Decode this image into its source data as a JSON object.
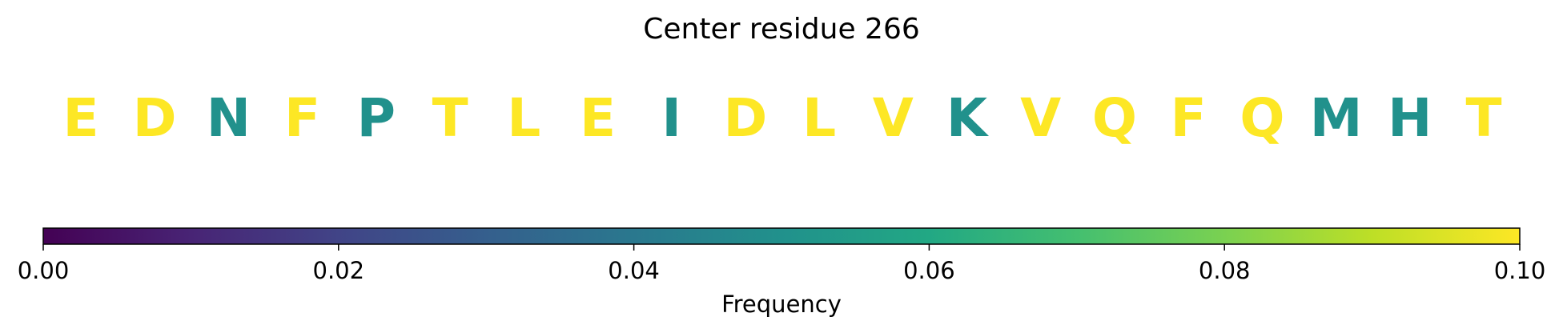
{
  "chart_data": {
    "type": "heatmap",
    "title": "Center residue 266",
    "residues": [
      {
        "letter": "E",
        "frequency": 0.1
      },
      {
        "letter": "D",
        "frequency": 0.1
      },
      {
        "letter": "N",
        "frequency": 0.05
      },
      {
        "letter": "F",
        "frequency": 0.1
      },
      {
        "letter": "P",
        "frequency": 0.05
      },
      {
        "letter": "T",
        "frequency": 0.1
      },
      {
        "letter": "L",
        "frequency": 0.1
      },
      {
        "letter": "E",
        "frequency": 0.1
      },
      {
        "letter": "I",
        "frequency": 0.05
      },
      {
        "letter": "D",
        "frequency": 0.1
      },
      {
        "letter": "L",
        "frequency": 0.1
      },
      {
        "letter": "V",
        "frequency": 0.1
      },
      {
        "letter": "K",
        "frequency": 0.05
      },
      {
        "letter": "V",
        "frequency": 0.1
      },
      {
        "letter": "Q",
        "frequency": 0.1
      },
      {
        "letter": "F",
        "frequency": 0.1
      },
      {
        "letter": "Q",
        "frequency": 0.1
      },
      {
        "letter": "M",
        "frequency": 0.05
      },
      {
        "letter": "H",
        "frequency": 0.05
      },
      {
        "letter": "T",
        "frequency": 0.1
      }
    ],
    "colorbar": {
      "label": "Frequency",
      "colormap": "viridis",
      "range": [
        0.0,
        0.1
      ],
      "ticks": [
        0.0,
        0.02,
        0.04,
        0.06,
        0.08,
        0.1
      ],
      "tick_labels": [
        "0.00",
        "0.02",
        "0.04",
        "0.06",
        "0.08",
        "0.10"
      ]
    }
  }
}
